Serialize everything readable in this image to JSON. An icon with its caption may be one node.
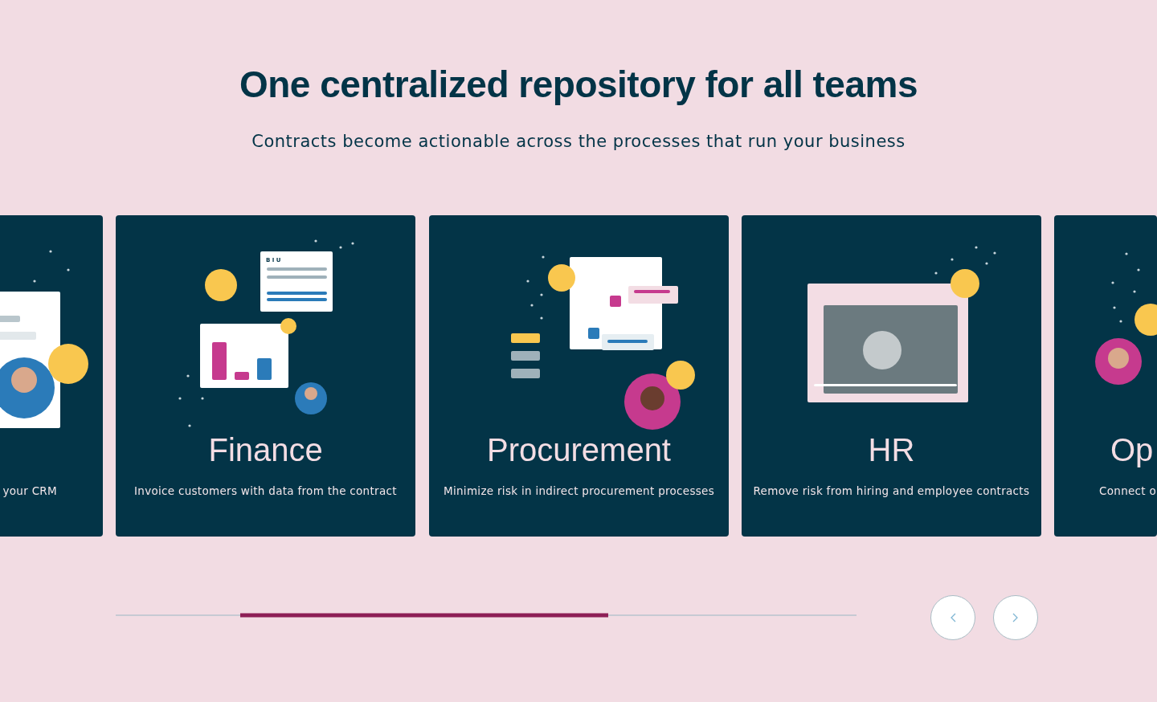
{
  "diagram": {
    "title": "One centralized repository for all teams",
    "nodes": [
      {
        "text": [
          "your CRM"
        ]
      },
      {
        "text": [
          "Finance",
          "Invoice customers with data from the contract"
        ]
      },
      {
        "text": [
          "Procurement",
          "Minimize risk in indirect procurement processes"
        ]
      },
      {
        "text": [
          "HR",
          "Remove risk from hiring and employee contracts"
        ]
      },
      {
        "text": [
          "Op",
          "Connect o"
        ]
      }
    ],
    "labels": [
      "Contracts become actionable across the processes that run your business",
      "B I U"
    ]
  }
}
